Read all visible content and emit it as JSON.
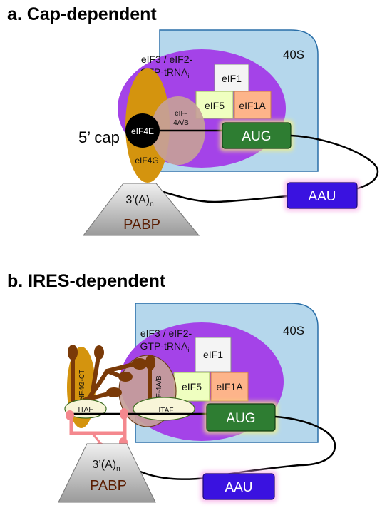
{
  "panel_a": {
    "title": "a. Cap-dependent",
    "ribosome_label": "40S",
    "eif3_line1": "eIF3 / eIF2-",
    "eif3_line2_base": "GTP-tRNA",
    "eif3_line2_sub": "i",
    "eif1": "eIF1",
    "eif5": "eIF5",
    "eif1a": "eIF1A",
    "eif4ab_line1": "eIF-",
    "eif4ab_line2": "4A/B",
    "eif4e": "eIF4E",
    "eif4g": "eIF4G",
    "cap": "5’ cap",
    "start_codon": "AUG",
    "stop_codon": "AAU",
    "polya_base": "3’(A)",
    "polya_sub": "n",
    "pabp": "PABP"
  },
  "panel_b": {
    "title": "b. IRES-dependent",
    "ribosome_label": "40S",
    "eif3_line1": "eIF3 / eIF2-",
    "eif3_line2_base": "GTP-tRNA",
    "eif3_line2_sub": "i",
    "eif1": "eIF1",
    "eif5": "eIF5",
    "eif1a": "eIF1A",
    "eif4gct": "eIF4G-CT",
    "eif4ab": "eIF-4A/B",
    "itaf_left": "ITAF",
    "itaf_right": "ITAF",
    "start_codon": "AUG",
    "stop_codon": "AAU",
    "polya_base": "3’(A)",
    "polya_sub": "n",
    "pabp": "PABP"
  },
  "colors": {
    "ribosome_40s": "#b5d7ec",
    "ribosome_border": "#2a6fa8",
    "eif3": "#a443e8",
    "eif1": "#f4f4f4",
    "eif5": "#efffc0",
    "eif1a": "#fdb48a",
    "eif4ab": "#c6a098",
    "eif4g": "#d4940e",
    "eif4e": "#000000",
    "aug": "#2e7d32",
    "aau": "#3a12e0",
    "pabp": "#c0c0c0",
    "ires_stem": "#7a3a08",
    "itaf": "#f8f5d8",
    "ires_rna": "#f4888e"
  }
}
